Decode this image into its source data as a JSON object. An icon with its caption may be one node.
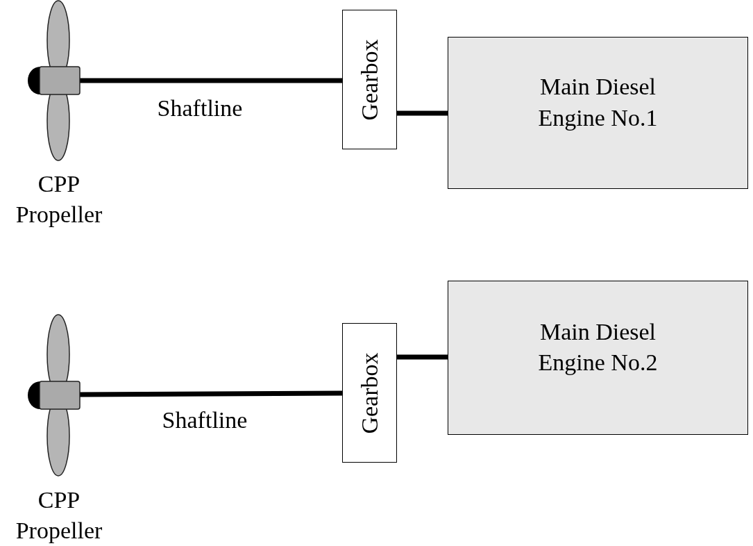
{
  "diagram": {
    "nodes": [
      {
        "text": [],
        "shape": "picture",
        "beside": [
          "CPP Propeller"
        ]
      },
      {
        "text": [
          "Gearbox"
        ]
      },
      {
        "text": [
          "Main Diesel Engine No.1"
        ]
      },
      {
        "text": [],
        "shape": "picture",
        "beside": [
          "CPP Propeller"
        ]
      },
      {
        "text": [
          "Gearbox"
        ]
      },
      {
        "text": [
          "Main Diesel Engine No.2"
        ]
      }
    ],
    "edges": [
      {
        "from": 0,
        "to": 1,
        "arrow": "none",
        "label": "Shaftline"
      },
      {
        "from": 1,
        "to": 2,
        "arrow": "none"
      },
      {
        "from": 3,
        "to": 4,
        "arrow": "none",
        "label": "Shaftline"
      },
      {
        "from": 4,
        "to": 5,
        "arrow": "none"
      }
    ]
  }
}
